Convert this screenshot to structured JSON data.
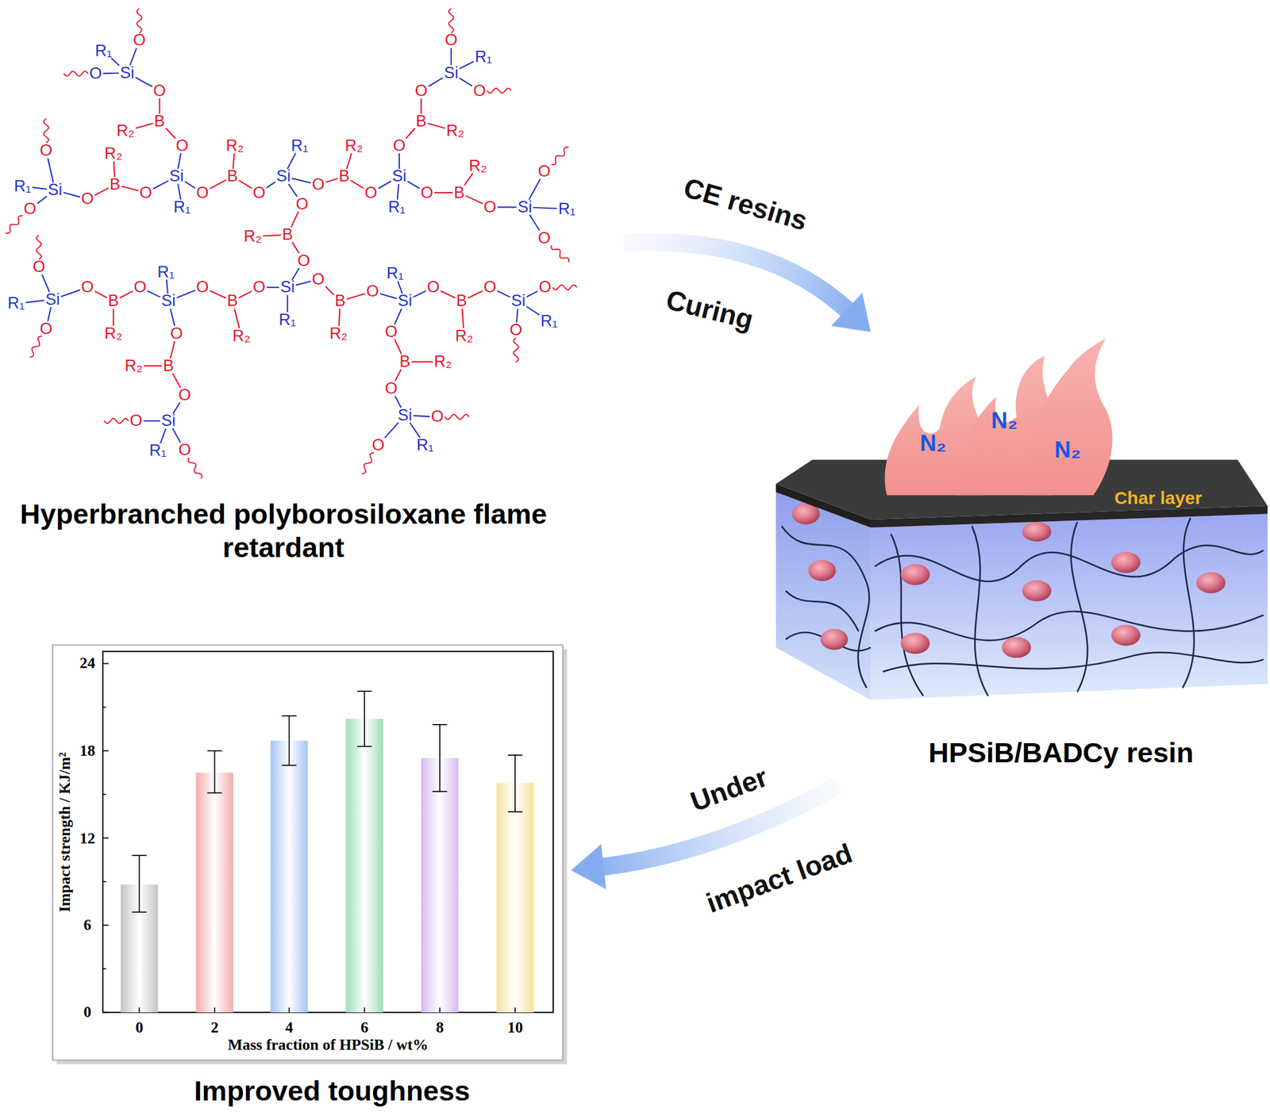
{
  "diagram": {
    "nodes": [
      {
        "text": [
          "Hyperbranched polyborosiloxane flame retardant"
        ]
      },
      {
        "text": [
          "HPSiB/BADCy resin"
        ]
      },
      {
        "text": [
          "Improved toughness"
        ]
      }
    ],
    "edges": [
      {
        "from": 0,
        "to": 1,
        "arrow": "to"
      },
      {
        "from": 1,
        "to": 2,
        "arrow": "to"
      }
    ],
    "labels": [
      "Si",
      "R₁",
      "O",
      "O",
      "O",
      "B",
      "R₂",
      "O",
      "Si",
      "R₁",
      "O",
      "R₁",
      "Si",
      "O",
      "O",
      "B",
      "R₂",
      "O",
      "O",
      "B",
      "R₂",
      "O",
      "Si",
      "R₁",
      "O",
      "B",
      "R₂",
      "O",
      "Si",
      "R₁",
      "O",
      "B",
      "R₂",
      "O",
      "Si",
      "R₁",
      "O",
      "O",
      "O",
      "B",
      "R₂",
      "O",
      "Si",
      "R₁",
      "O",
      "O",
      "O",
      "B",
      "R₂",
      "O",
      "Si",
      "O",
      "R₁",
      "O",
      "O",
      "B",
      "R₂",
      "O",
      "Si",
      "R₁",
      "O",
      "B",
      "R₂",
      "O",
      "Si",
      "R₁",
      "O",
      "B",
      "R₂",
      "O",
      "Si",
      "R₁",
      "O",
      "B",
      "R₂",
      "O",
      "Si",
      "R₁",
      "O",
      "O",
      "O",
      "B",
      "R₂",
      "O",
      "Si",
      "O",
      "R₁",
      "O",
      "O",
      "B",
      "R₂",
      "O",
      "Si",
      "O",
      "R₁",
      "O",
      "CE resins",
      "Curing",
      "Under",
      "impact load",
      "N₂",
      "N₂",
      "N₂",
      "Char layer",
      "24",
      "18",
      "12",
      "6",
      "0",
      "0",
      "2",
      "4",
      "6",
      "8",
      "10",
      "Impact strength / KJ/m²",
      "Mass fraction of HPSiB / wt%"
    ]
  }
}
